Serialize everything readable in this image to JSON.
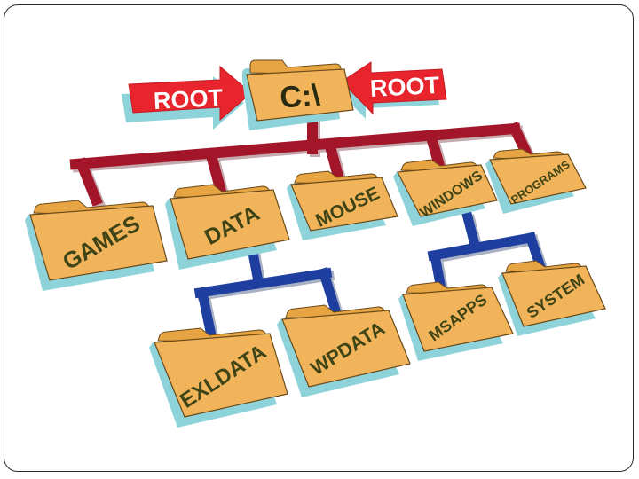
{
  "root_label_left": "ROOT",
  "root_label_right": "ROOT",
  "drive": "C:\\",
  "folders": {
    "games": "GAMES",
    "data": "DATA",
    "mouse": "MOUSE",
    "windows": "WINDOWS",
    "programs": "PROGRAMS",
    "exldata": "EXLDATA",
    "wpdata": "WPDATA",
    "msapps": "MSAPPS",
    "system": "SYSTEM"
  },
  "colors": {
    "arrow_red": "#e8242c",
    "tree_red": "#a3162a",
    "tree_blue": "#1e3fa0",
    "folder_fill": "#f1b45a",
    "folder_tab": "#e7a443",
    "folder_shadow": "#8fd3da",
    "border": "#2a2a2a"
  }
}
